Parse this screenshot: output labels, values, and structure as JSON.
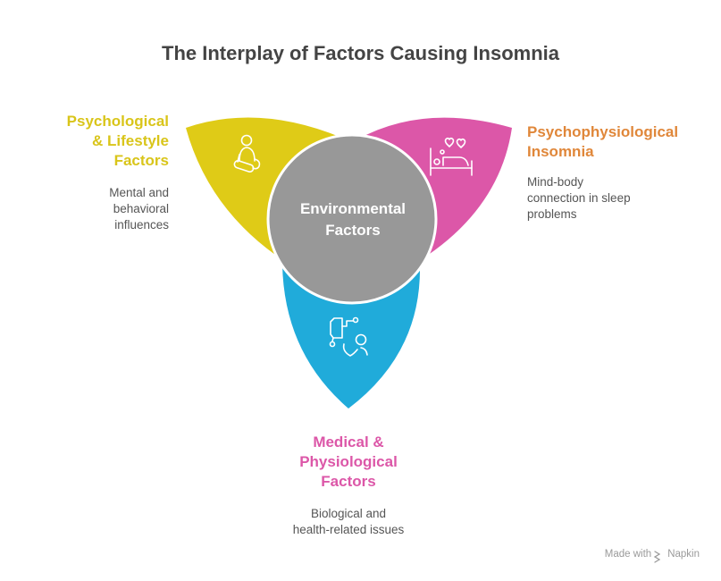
{
  "title": "The Interplay of Factors Causing Insomnia",
  "center": {
    "label_line1": "Environmental",
    "label_line2": "Factors",
    "color": "#989898"
  },
  "segments": [
    {
      "id": "psychological-lifestyle",
      "title_lines": [
        "Psychological",
        "& Lifestyle",
        "Factors"
      ],
      "description_lines": [
        "Mental and",
        "behavioral",
        "influences"
      ],
      "color": "#DFCB17",
      "title_color": "#D9C51A",
      "icon": "meditation-person-icon"
    },
    {
      "id": "psychophysiological-insomnia",
      "title_lines": [
        "Psychophysiological",
        "Insomnia"
      ],
      "description_lines": [
        "Mind-body",
        "connection in sleep",
        "problems"
      ],
      "color": "#DC57A8",
      "title_color": "#E0873A",
      "icon": "bed-hearts-icon"
    },
    {
      "id": "medical-physiological",
      "title_lines": [
        "Medical &",
        "Physiological",
        "Factors"
      ],
      "description_lines": [
        "Biological and",
        "health-related issues"
      ],
      "color": "#20ABDA",
      "title_color": "#DC57A8",
      "icon": "iv-drip-patient-icon"
    }
  ],
  "footer": {
    "made_with": "Made with",
    "brand": "Napkin"
  }
}
